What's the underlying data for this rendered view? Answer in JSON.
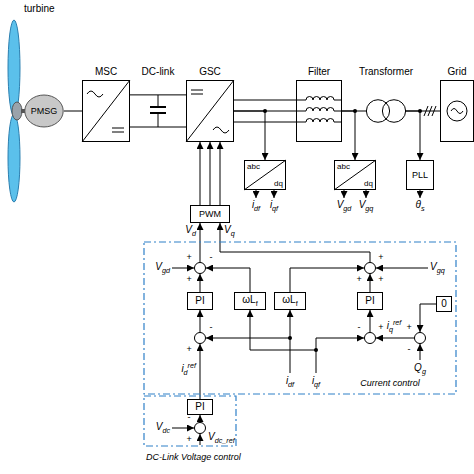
{
  "diagram": {
    "nodes": [
      {
        "text": [
          "PMSG"
        ]
      },
      {
        "text": [
          "MSC"
        ]
      },
      {
        "text": [
          "GSC"
        ]
      },
      {
        "text": [
          "Filter"
        ]
      },
      {
        "text": [
          "Transformer"
        ]
      },
      {
        "text": [
          "Grid"
        ]
      },
      {
        "text": [
          "abc",
          "dq"
        ]
      },
      {
        "text": [
          "abc",
          "dq"
        ]
      },
      {
        "text": [
          "PLL"
        ]
      },
      {
        "text": [
          "PWM"
        ]
      },
      {
        "text": [
          "Current control"
        ]
      },
      {
        "text": [
          "+",
          "+",
          "-"
        ],
        "in": 10
      },
      {
        "text": [
          "+",
          "+",
          "+"
        ],
        "in": 10
      },
      {
        "text": [
          "PI"
        ],
        "in": 10
      },
      {
        "text": [
          "ωLf"
        ],
        "in": 10
      },
      {
        "text": [
          "ωLf"
        ],
        "in": 10
      },
      {
        "text": [
          "PI"
        ],
        "in": 10
      },
      {
        "text": [
          "0"
        ],
        "in": 10
      },
      {
        "text": [
          "+",
          "-"
        ],
        "in": 10
      },
      {
        "text": [
          "+",
          "-"
        ],
        "in": 10
      },
      {
        "text": [
          "+",
          "-"
        ],
        "in": 10
      },
      {
        "text": [
          "DC-Link Voltage control"
        ]
      },
      {
        "text": [
          "PI"
        ],
        "in": 21
      },
      {
        "text": [
          "-",
          "+"
        ],
        "in": 21
      }
    ],
    "edges": [
      {
        "from": 0,
        "to": 1,
        "arrow": "none"
      },
      {
        "from": 1,
        "to": 2,
        "arrow": "none"
      },
      {
        "from": 2,
        "to": 3,
        "arrow": "none"
      },
      {
        "from": 3,
        "to": 4,
        "arrow": "none"
      },
      {
        "from": 4,
        "to": 5,
        "arrow": "none"
      },
      {
        "from": 2,
        "to": 6,
        "arrow": "to"
      },
      {
        "from": 3,
        "to": 7,
        "arrow": "to"
      },
      {
        "from": 4,
        "to": 8,
        "arrow": "to"
      },
      {
        "from": 9,
        "to": 2,
        "arrow": "to"
      },
      {
        "from": 11,
        "to": 9,
        "arrow": "to"
      },
      {
        "from": 12,
        "to": 9,
        "arrow": "to"
      },
      {
        "from": 13,
        "to": 11,
        "arrow": "to"
      },
      {
        "from": 14,
        "to": 11,
        "arrow": "to"
      },
      {
        "from": 15,
        "to": 12,
        "arrow": "to"
      },
      {
        "from": 16,
        "to": 12,
        "arrow": "to"
      },
      {
        "from": 18,
        "to": 13,
        "arrow": "to"
      },
      {
        "from": 19,
        "to": 16,
        "arrow": "to"
      },
      {
        "from": 20,
        "to": 19,
        "arrow": "to"
      },
      {
        "from": 17,
        "to": 20,
        "arrow": "to"
      },
      {
        "from": 22,
        "to": 18,
        "arrow": "to"
      },
      {
        "from": 23,
        "to": 22,
        "arrow": "to"
      }
    ],
    "labels": [
      "turbine",
      "DC-link",
      "idf",
      "iqf",
      "Vgd",
      "Vgq",
      "θs",
      "Vd",
      "Vq",
      "Vgd",
      "Vgq",
      "idref",
      "iqref",
      "idf",
      "iqf",
      "Qg",
      "Vdc",
      "Vdc_ref"
    ]
  }
}
